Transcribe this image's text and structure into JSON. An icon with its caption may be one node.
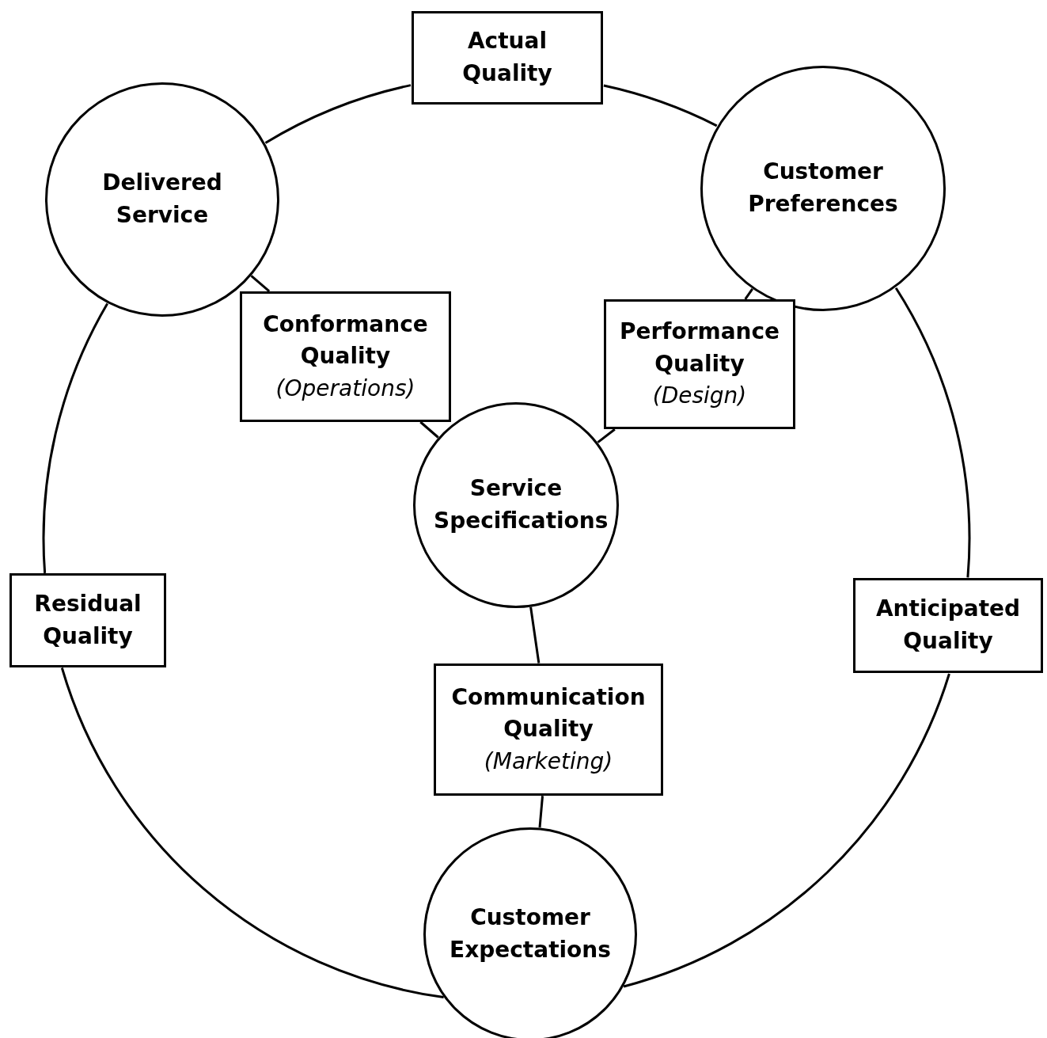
{
  "diagram": {
    "nodes": [
      {
        "text": [
          "Actual Quality"
        ]
      },
      {
        "text": [
          "Delivered Service"
        ]
      },
      {
        "text": [
          "Customer Preferences"
        ]
      },
      {
        "text": [
          "Conformance Quality",
          "(Operations)"
        ]
      },
      {
        "text": [
          "Performance Quality",
          "(Design)"
        ]
      },
      {
        "text": [
          "Service Specifications"
        ]
      },
      {
        "text": [
          "Residual Quality"
        ]
      },
      {
        "text": [
          "Anticipated Quality"
        ]
      },
      {
        "text": [
          "Communication Quality",
          "(Marketing)"
        ]
      },
      {
        "text": [
          "Customer Expectations"
        ]
      }
    ],
    "edges": [
      {
        "from": 1,
        "to": 0,
        "arrow": "none"
      },
      {
        "from": 0,
        "to": 2,
        "arrow": "none"
      },
      {
        "from": 2,
        "to": 7,
        "arrow": "none"
      },
      {
        "from": 7,
        "to": 9,
        "arrow": "none"
      },
      {
        "from": 9,
        "to": 6,
        "arrow": "none"
      },
      {
        "from": 6,
        "to": 1,
        "arrow": "none"
      },
      {
        "from": 1,
        "to": 3,
        "arrow": "none"
      },
      {
        "from": 3,
        "to": 5,
        "arrow": "none"
      },
      {
        "from": 2,
        "to": 4,
        "arrow": "none"
      },
      {
        "from": 4,
        "to": 5,
        "arrow": "none"
      },
      {
        "from": 5,
        "to": 8,
        "arrow": "none"
      },
      {
        "from": 8,
        "to": 9,
        "arrow": "none"
      }
    ]
  }
}
